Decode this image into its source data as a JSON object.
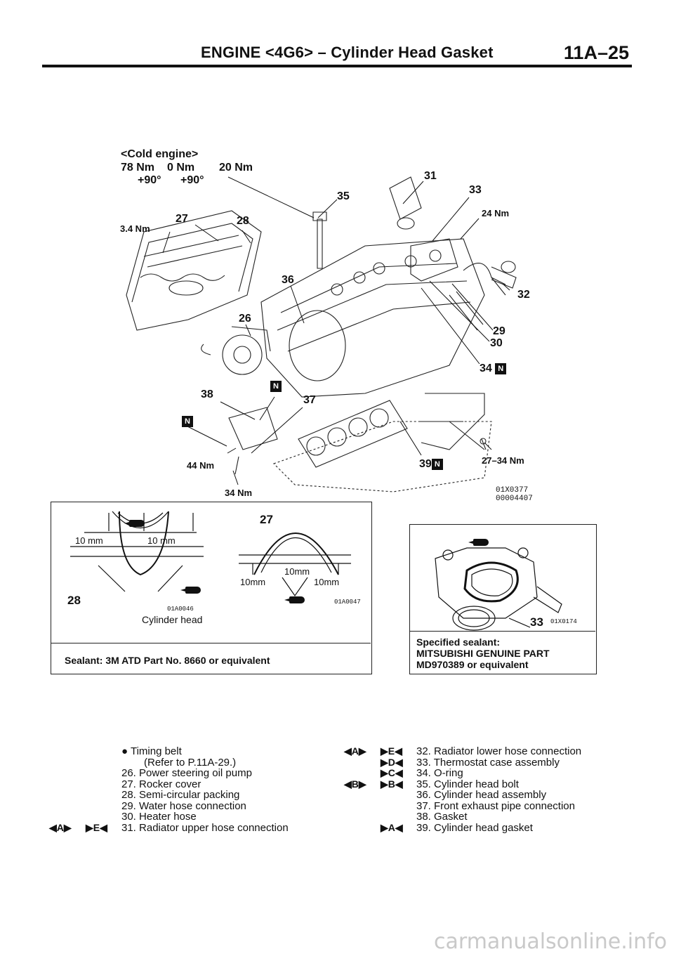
{
  "header": {
    "title": "ENGINE <4G6> – Cylinder Head Gasket",
    "page": "11A–25"
  },
  "diagram": {
    "condition": "<Cold engine>",
    "torque_bolt_1": "78 Nm",
    "torque_bolt_2": "0 Nm",
    "torque_bolt_3": "20 Nm",
    "angle_1": "+90°",
    "angle_2": "+90°",
    "torque_cover": "3.4 Nm",
    "torque_33": "24 Nm",
    "torque_44": "44 Nm",
    "torque_34a": "34 Nm",
    "torque_2734": "27–34 Nm",
    "n_mark": "N",
    "codes": [
      "01X0377",
      "00004407"
    ],
    "part_numbers": [
      "27",
      "28",
      "35",
      "36",
      "26",
      "31",
      "33",
      "32",
      "29",
      "30",
      "34",
      "38",
      "37",
      "39"
    ]
  },
  "detail_left": {
    "dims": [
      "10 mm",
      "10 mm"
    ],
    "part_28": "28",
    "code_1": "01A0046",
    "cap_cylinder": "Cylinder head",
    "part_27": "27",
    "dims_right": [
      "10mm",
      "10mm",
      "10mm"
    ],
    "code_2": "01A0047",
    "sealant": "Sealant: 3M ATD Part No. 8660 or equivalent"
  },
  "detail_right": {
    "part_33": "33",
    "code": "01X0174",
    "sealant_title": "Specified sealant:",
    "sealant_line2": "MITSUBISHI GENUINE PART",
    "sealant_line3": "MD970389 or equivalent"
  },
  "legend_left": [
    {
      "marks": "",
      "text": "● Timing belt"
    },
    {
      "marks": "",
      "text": "(Refer to P.11A-29.)"
    },
    {
      "marks": "",
      "text": "26. Power steering oil pump"
    },
    {
      "marks": "",
      "text": "27. Rocker cover"
    },
    {
      "marks": "",
      "text": "28. Semi-circular packing"
    },
    {
      "marks": "",
      "text": "29. Water hose connection"
    },
    {
      "marks": "",
      "text": "30. Heater hose"
    },
    {
      "marks_a": "◀A▶",
      "marks_b": "▶E◀",
      "text": "31. Radiator upper hose connection"
    }
  ],
  "legend_right": [
    {
      "marks_a": "◀A▶",
      "marks_b": "▶E◀",
      "text": "32. Radiator lower hose connection"
    },
    {
      "marks_a": "",
      "marks_b": "▶D◀",
      "text": "33. Thermostat case assembly"
    },
    {
      "marks_a": "",
      "marks_b": "▶C◀",
      "text": "34. O-ring"
    },
    {
      "marks_a": "◀B▶",
      "marks_b": "▶B◀",
      "text": "35. Cylinder head bolt"
    },
    {
      "marks_a": "",
      "marks_b": "",
      "text": "36. Cylinder head assembly"
    },
    {
      "marks_a": "",
      "marks_b": "",
      "text": "37. Front exhaust pipe connection"
    },
    {
      "marks_a": "",
      "marks_b": "",
      "text": "38. Gasket"
    },
    {
      "marks_a": "",
      "marks_b": "▶A◀",
      "text": "39. Cylinder head gasket"
    }
  ],
  "watermark": "carmanualsonline.info",
  "colors": {
    "ink": "#111111",
    "watermark": "#c9c9c9"
  }
}
